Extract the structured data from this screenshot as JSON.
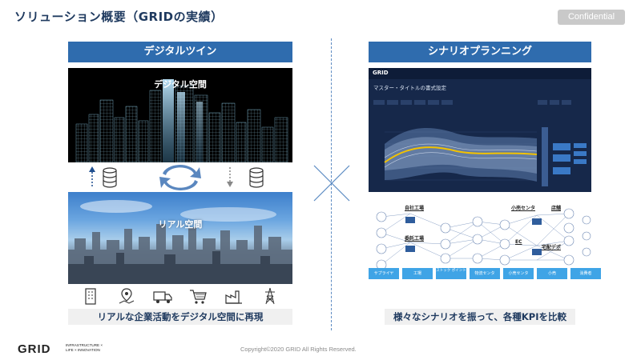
{
  "slide": {
    "title": "ソリューション概要（GRIDの実績）",
    "confidential": "Confidential"
  },
  "left_panel": {
    "header": "デジタルツイン",
    "digital_space_label": "デジタル空間",
    "real_space_label": "リアル空間",
    "caption": "リアルな企業活動をデジタル空間に再現",
    "icons": [
      "building-icon",
      "map-pin-icon",
      "truck-icon",
      "cart-icon",
      "factory-icon",
      "power-tower-icon"
    ]
  },
  "right_panel": {
    "header": "シナリオプランニング",
    "caption": "様々なシナリオを振って、各種KPIを比較",
    "dashboard": {
      "logo": "GRID",
      "title": "マスター・タイトルの書式設定"
    },
    "flow": {
      "node_labels": [
        "自社工場",
        "委託工場",
        "小売センタ",
        "店舗",
        "EC",
        "宅配デポ"
      ],
      "stages": [
        "サプライヤ",
        "工場",
        "ストック ポイント",
        "物流センタ",
        "小売センタ",
        "小売",
        "消費者"
      ]
    }
  },
  "footer": {
    "logo": "GRID",
    "tagline_line1": "INFRASTRUCTURE ×",
    "tagline_line2": "LIFE × INNOVATION",
    "copyright": "Copyright©2020 GRID All Rights Reserved."
  },
  "colors": {
    "header_blue": "#2f6cae",
    "title_navy": "#1f3a5f",
    "dashboard_bg": "#16284a",
    "accent_yellow": "#f2c200",
    "flow_stage": "#3fa4e6"
  }
}
